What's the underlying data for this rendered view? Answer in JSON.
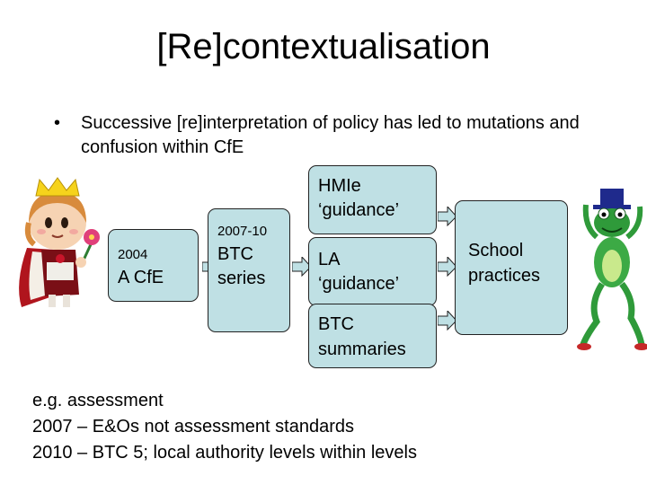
{
  "slide": {
    "title": "[Re]contextualisation",
    "bullet": "Successive [re]interpretation of policy has led to mutations and confusion within CfE",
    "bullet_marker": "•"
  },
  "diagram": {
    "cfe_box": {
      "year": "2004",
      "label": "A CfE"
    },
    "btc_box": {
      "year": "2007-10",
      "label_line1": "BTC",
      "label_line2": "series"
    },
    "hmie_box": {
      "line1": "HMIe",
      "line2": "‘guidance’"
    },
    "la_box": {
      "line1": "LA",
      "line2": "‘guidance’"
    },
    "btc_summaries_box": {
      "line1": "BTC",
      "line2": "summaries"
    },
    "school_box": {
      "line1": "School",
      "line2": "practices"
    },
    "colors": {
      "box_fill": "#bfe0e4",
      "box_border": "#222222"
    }
  },
  "examples": {
    "heading": "e.g. assessment",
    "line1": "2007 – E&Os not assessment standards",
    "line2": "2010 – BTC 5; local authority levels within levels"
  }
}
